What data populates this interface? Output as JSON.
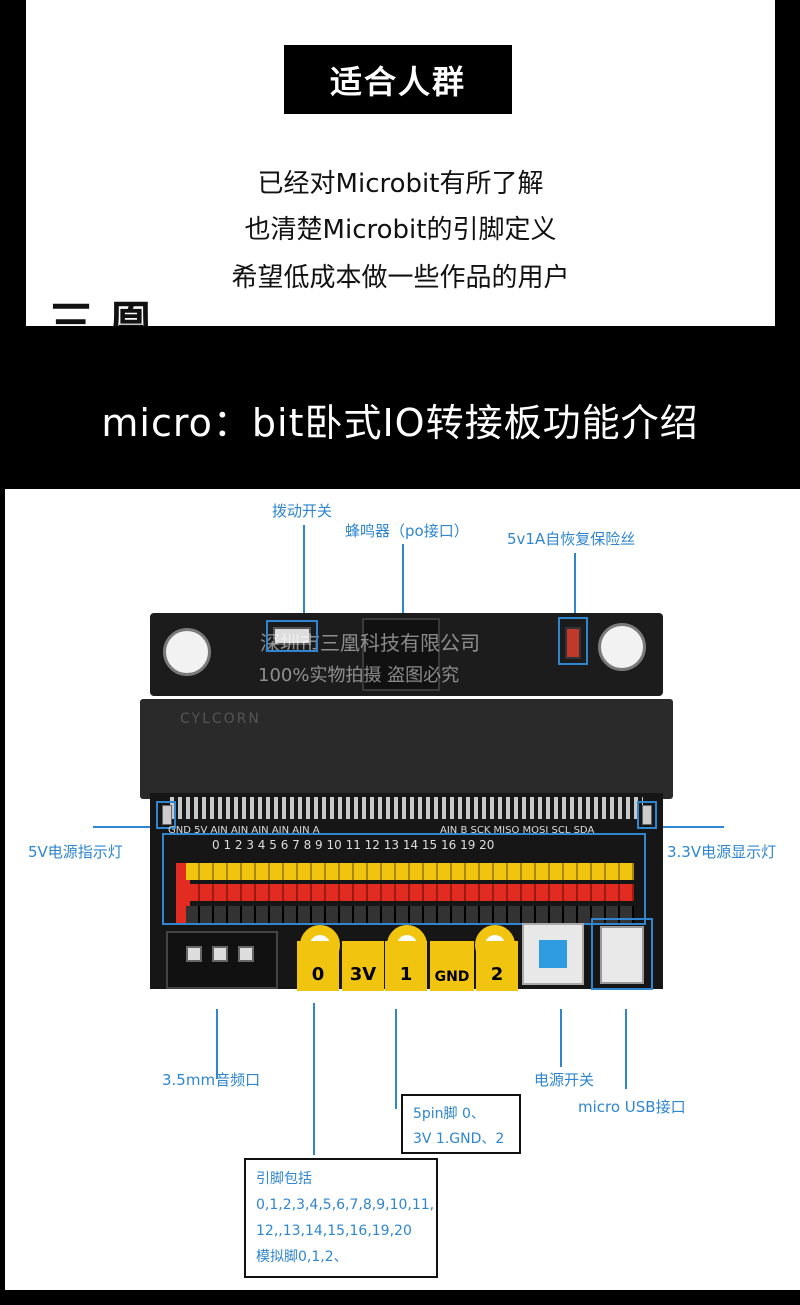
{
  "audience": {
    "badge": "适合人群",
    "lines": [
      "已经对Microbit有所了解",
      "也清楚Microbit的引脚定义",
      "希望低成本做一些作品的用户"
    ],
    "brand_fragment": "三凰"
  },
  "section_heading": "micro：bit卧式IO转接板功能介绍",
  "callouts": {
    "toggle_switch": "拨动开关",
    "buzzer": "蜂鸣器（po接口）",
    "fuse": "5v1A自恢复保险丝",
    "led_5v": "5V电源指示灯",
    "led_33v": "3.3V电源显示灯",
    "audio_jack": "3.5mm音频口",
    "power_switch": "电源开关",
    "usb": "micro USB接口"
  },
  "pin_summary": {
    "line1": "5pin脚 0、",
    "line2": "3V 1.GND、2"
  },
  "pin_info": {
    "title": "引脚包括",
    "line1": "0,1,2,3,4,5,6,7,8,9,10,11,",
    "line2": "12,,13,14,15,16,19,20",
    "line3": "模拟脚0,1,2、"
  },
  "board": {
    "watermark_line1": "深圳市三凰科技有限公司",
    "watermark_line2": "100%实物拍摄 盗图必究",
    "slot_brand": "CYLCORN",
    "silk_ain": "GND 5V  AIN AIN AIN AIN AIN A",
    "silk_ain2": "AIN  B      SCK MISO MOSI   SCL SDA",
    "silk_nums": "0  1  2  3  4  5  6  7  8  9  10  11  12  13  14  15  16  19  20",
    "pads": [
      "0",
      "3V",
      "1",
      "GND",
      "2"
    ]
  }
}
